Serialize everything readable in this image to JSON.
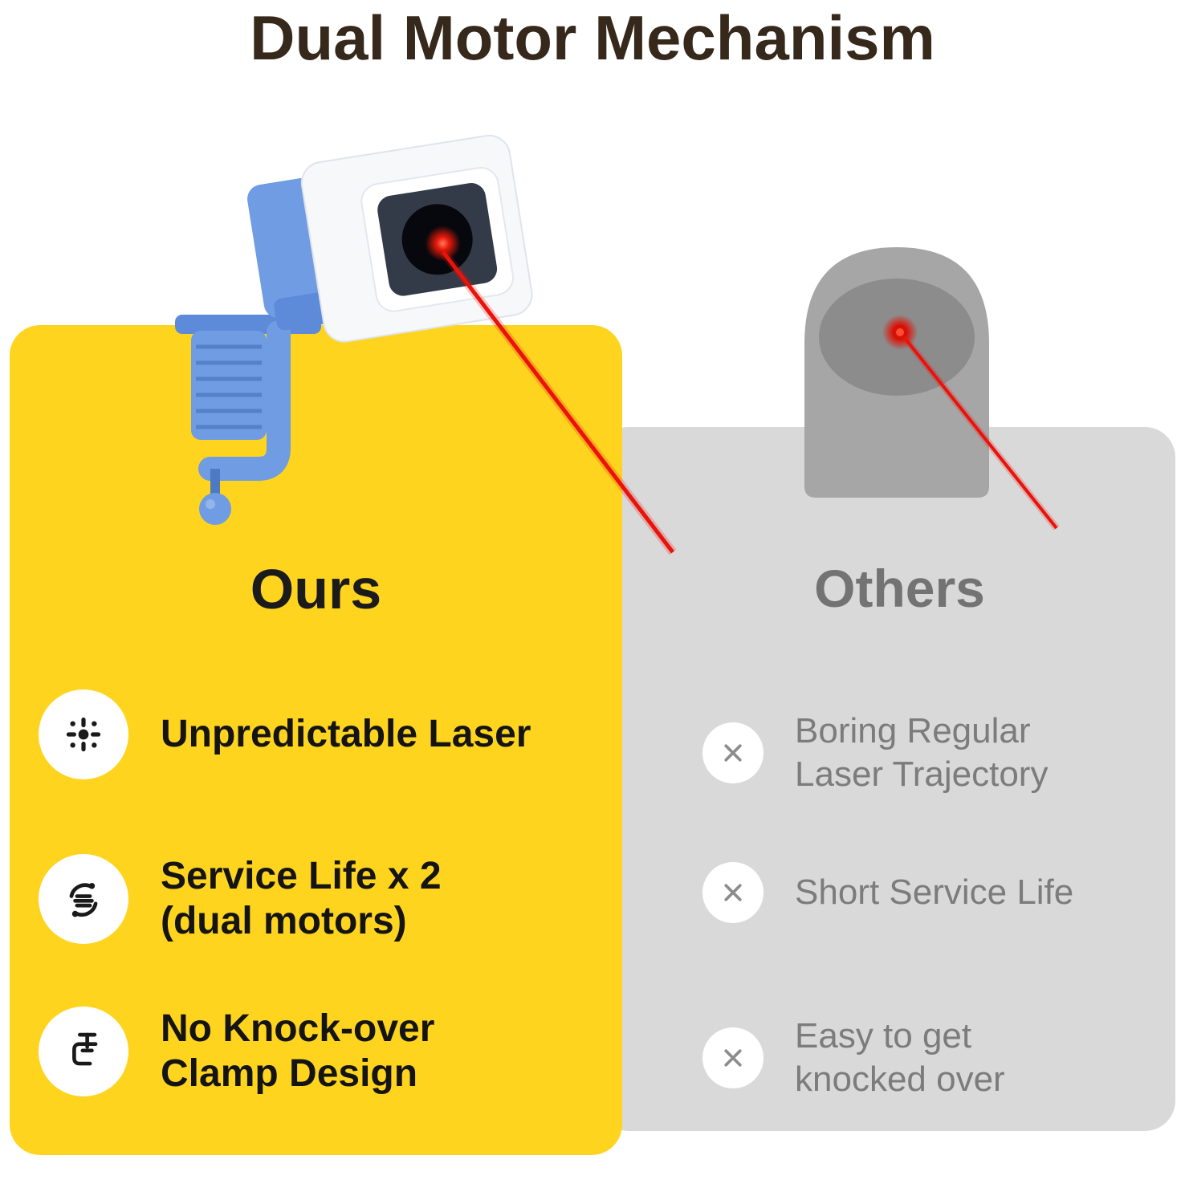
{
  "header": {
    "title": "Dual Motor Mechanism"
  },
  "hero": {
    "left_device": "laser-toy-with-clamp-mount",
    "right_device": "generic-laser-toy",
    "laser_color": "#ea130b"
  },
  "ours": {
    "title": "Ours",
    "card_color": "#ffd41e",
    "features": [
      {
        "icon": "laser-burst-icon",
        "text": "Unpredictable Laser"
      },
      {
        "icon": "dual-motor-icon",
        "text": "Service Life x 2\n(dual motors)"
      },
      {
        "icon": "clamp-icon",
        "text": "No Knock-over\nClamp Design"
      }
    ]
  },
  "others": {
    "title": "Others",
    "card_color": "#d9d9d9",
    "features": [
      {
        "icon": "x-icon",
        "text": "Boring Regular\nLaser Trajectory"
      },
      {
        "icon": "x-icon",
        "text": "Short Service Life"
      },
      {
        "icon": "x-icon",
        "text": "Easy to get\nknocked over"
      }
    ]
  },
  "colors": {
    "title_brown": "#36291c",
    "ours_text": "#141414",
    "others_text": "#7c7c7c",
    "device_blue": "#6f9ce2",
    "laser_red": "#ea130b"
  }
}
